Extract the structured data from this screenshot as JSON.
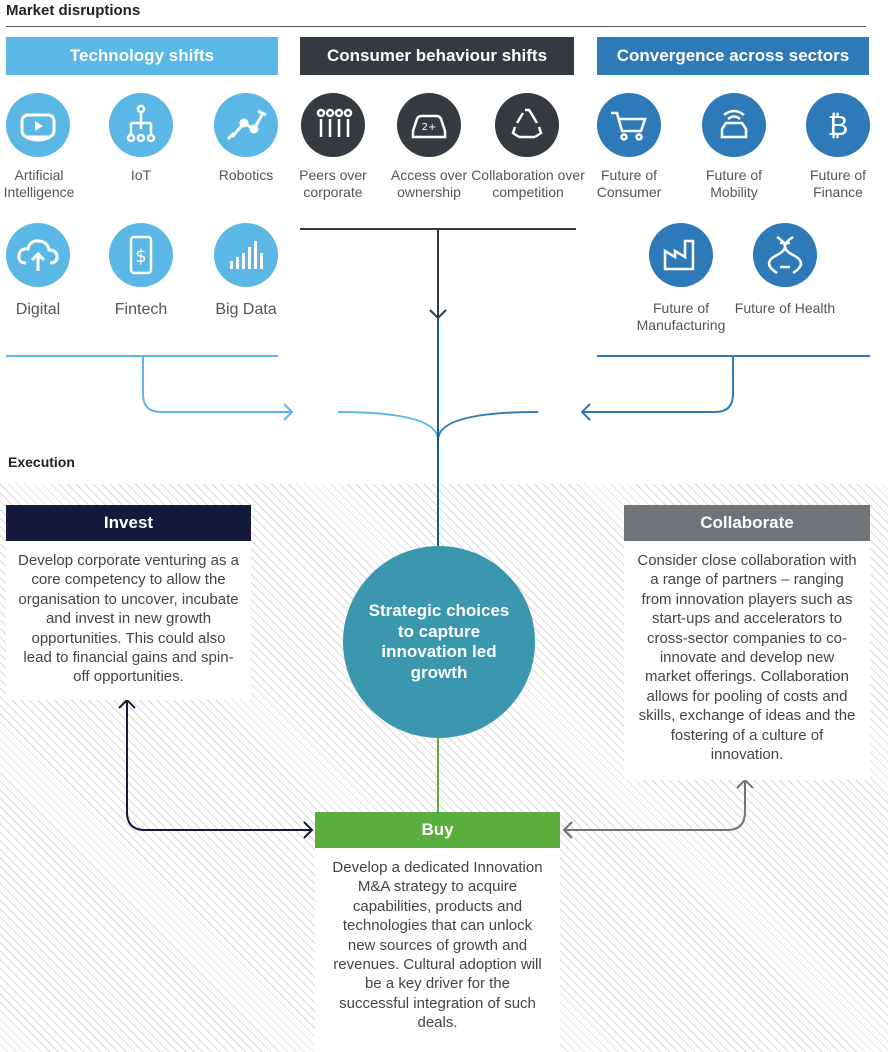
{
  "titles": {
    "market": "Market disruptions",
    "execution": "Execution"
  },
  "headers": {
    "tech": "Technology shifts",
    "consumer": "Consumer behaviour shifts",
    "convergence": "Convergence across sectors"
  },
  "tech_items": [
    {
      "label": "Artificial Intelligence",
      "icon": "vr-headset-icon"
    },
    {
      "label": "IoT",
      "icon": "network-tree-icon"
    },
    {
      "label": "Robotics",
      "icon": "robot-arm-icon"
    },
    {
      "label": "Digital",
      "icon": "cloud-upload-icon"
    },
    {
      "label": "Fintech",
      "icon": "mobile-dollar-icon"
    },
    {
      "label": "Big Data",
      "icon": "data-bars-icon"
    }
  ],
  "consumer_items": [
    {
      "label": "Peers over corporate",
      "icon": "people-group-icon"
    },
    {
      "label": "Access over ownership",
      "icon": "shared-car-icon"
    },
    {
      "label": "Collaboration over competition",
      "icon": "recycle-icon"
    }
  ],
  "convergence_items": [
    {
      "label": "Future of Consumer",
      "icon": "shopping-cart-icon"
    },
    {
      "label": "Future of Mobility",
      "icon": "connected-car-icon"
    },
    {
      "label": "Future of Finance",
      "icon": "bitcoin-icon"
    },
    {
      "label": "Future of Manufacturing",
      "icon": "factory-icon"
    },
    {
      "label": "Future of Health",
      "icon": "dna-icon"
    }
  ],
  "center": "Strategic choices to capture innovation led growth",
  "invest": {
    "title": "Invest",
    "text": "Develop corporate venturing as a core competency to allow the organisation to uncover, incubate and invest in new growth opportunities. This could also lead to financial gains and spin-off opportunities."
  },
  "collaborate": {
    "title": "Collaborate",
    "text": "Consider close collaboration with a range of partners – ranging from innovation players such as start-ups and accelerators to cross-sector companies to co-innovate and develop new market offerings. Collaboration allows for pooling of costs and skills, exchange of ideas and the fostering of a culture of innovation."
  },
  "buy": {
    "title": "Buy",
    "text": "Develop a dedicated Innovation M&A strategy to acquire capabilities, products and technologies that can unlock new sources of growth and revenues. Cultural adoption will be a key driver for the successful integration of such deals."
  },
  "colors": {
    "tech": "#5bb8e6",
    "consumer": "#343a40",
    "convergence": "#2e7ab8",
    "invest": "#151a3d",
    "collaborate": "#707378",
    "buy": "#5aae3d",
    "center": "#3a97ae"
  }
}
